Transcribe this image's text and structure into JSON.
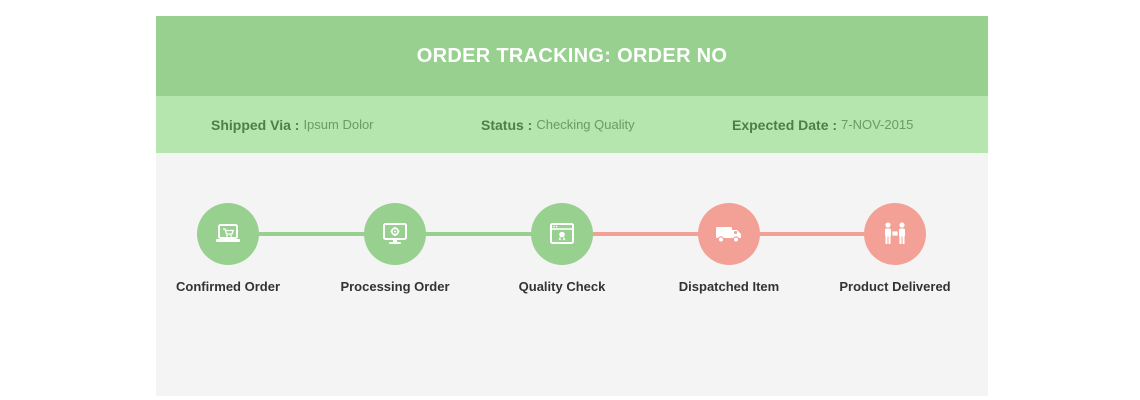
{
  "header": {
    "title": "ORDER TRACKING: ORDER NO"
  },
  "info": {
    "shipped_label": "Shipped Via :",
    "shipped_value": "Ipsum Dolor",
    "status_label": "Status :",
    "status_value": "Checking Quality",
    "date_label": "Expected Date :",
    "date_value": "7-NOV-2015"
  },
  "colors": {
    "header": "#98d08f",
    "info_bar": "#b4e6ad",
    "complete": "#98d08f",
    "pending": "#f3a196",
    "panel": "#f4f4f4"
  },
  "steps": [
    {
      "label": "Confirmed Order",
      "icon": "laptop-cart-icon",
      "state": "complete"
    },
    {
      "label": "Processing Order",
      "icon": "monitor-gear-icon",
      "state": "complete"
    },
    {
      "label": "Quality Check",
      "icon": "window-badge-icon",
      "state": "complete"
    },
    {
      "label": "Dispatched Item",
      "icon": "delivery-truck-icon",
      "state": "pending"
    },
    {
      "label": "Product Delivered",
      "icon": "handover-people-icon",
      "state": "pending"
    }
  ]
}
